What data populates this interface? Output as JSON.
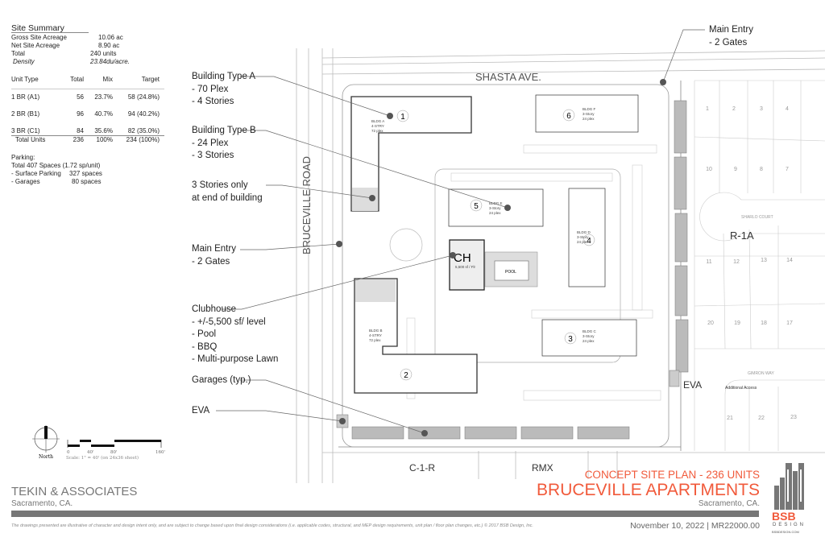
{
  "site_summary": {
    "title": "Site Summary",
    "gross_label": "Gross Site Acreage",
    "gross_value": "10.06 ac",
    "net_label": "Net Site Acreage",
    "net_value": "8.90 ac",
    "total_label": "Total",
    "total_value": "240 units",
    "density_label": "Density",
    "density_value": "23.84du/acre."
  },
  "unit_table": {
    "headers": [
      "Unit Type",
      "Total",
      "Mix",
      "Target"
    ],
    "rows": [
      [
        "1 BR  (A1)",
        "56",
        "23.7%",
        "58 (24.8%)"
      ],
      [
        "2 BR  (B1)",
        "96",
        "40.7%",
        "94 (40.2%)"
      ],
      [
        "3 BR  (C1)",
        "84",
        "35.6%",
        "82 (35.0%)"
      ]
    ],
    "total": [
      "Total Units",
      "236",
      "100%",
      "234 (100%)"
    ]
  },
  "parking": {
    "title": "Parking:",
    "total": "Total 407 Spaces (1.72 sp/unit)",
    "surface_label": "- Surface Parking",
    "surface_value": "327 spaces",
    "garages_label": "- Garages",
    "garages_value": "80 spaces"
  },
  "callouts": {
    "type_a": [
      "Building Type A",
      "- 70 Plex",
      "- 4 Stories"
    ],
    "type_b": [
      "Building Type B",
      "- 24 Plex",
      "- 3 Stories"
    ],
    "three_story": [
      "3 Stories only",
      "at end of building"
    ],
    "main_entry_left": [
      "Main Entry",
      "- 2 Gates"
    ],
    "clubhouse": [
      "Clubhouse",
      "- +/-5,500 sf/ level",
      "- Pool",
      "- BBQ",
      "- Multi-purpose Lawn"
    ],
    "garages": "Garages (typ.)",
    "eva_left": "EVA",
    "main_entry_right": [
      "Main Entry",
      "- 2 Gates"
    ],
    "eva_right": "EVA",
    "additional_access": "Additional Access"
  },
  "plan": {
    "street_north": "SHASTA AVE.",
    "street_west": "BRUCEVILLE ROAD",
    "court": "SHARLO COURT",
    "way": "GIMRON WAY",
    "zone_east": "R-1A",
    "zone_south_1": "C-1-R",
    "zone_south_2": "RMX",
    "clubhouse_label": "CH",
    "clubhouse_area": "5,500 sf / Flr",
    "pool_label": "POOL",
    "buildings": [
      {
        "num": "1",
        "name": "BLDG A",
        "stories": "4-STRY",
        "plex": "72 plex"
      },
      {
        "num": "2",
        "name": "BLDG B",
        "stories": "4-STRY",
        "plex": "72 plex"
      },
      {
        "num": "3",
        "name": "BLDG C",
        "stories": "3-Story",
        "plex": "24 plex"
      },
      {
        "num": "4",
        "name": "BLDG D",
        "stories": "3-Story",
        "plex": "24 plex"
      },
      {
        "num": "5",
        "name": "BLDG E",
        "stories": "3-Story",
        "plex": "24 plex"
      },
      {
        "num": "6",
        "name": "BLDG F",
        "stories": "3-Story",
        "plex": "24 plex"
      }
    ],
    "lots": [
      "1",
      "2",
      "3",
      "4",
      "10",
      "9",
      "8",
      "7",
      "11",
      "12",
      "13",
      "14",
      "20",
      "19",
      "18",
      "17",
      "21",
      "22",
      "23"
    ]
  },
  "scale": {
    "north_label": "North",
    "ticks": [
      "0",
      "40'",
      "80'",
      "160'"
    ],
    "note": "Scale: 1\" = 40' (on 24x36 sheet)"
  },
  "title_block": {
    "firm": "TEKIN & ASSOCIATES",
    "firm_location": "Sacramento, CA.",
    "concept": "CONCEPT SITE PLAN - 236 UNITS",
    "project": "BRUCEVILLE APARTMENTS",
    "project_location": "Sacramento, CA.",
    "disclaimer": "The drawings presented are illustrative of character and design intent only, and are subject to change based upon final design considerations (i.e. applicable codes, structural, and MEP design requirements, unit plan / floor plan changes, etc.) © 2017 BSB Design, Inc.",
    "date_ref": "November 10, 2022 | MR22000.00",
    "logo_text": "BSB",
    "logo_sub": "DESIGN",
    "logo_url": "BSBDESIGN.COM"
  },
  "colors": {
    "accent": "#f15a3b",
    "gray": "#777777",
    "garage": "#bbbbbb"
  }
}
